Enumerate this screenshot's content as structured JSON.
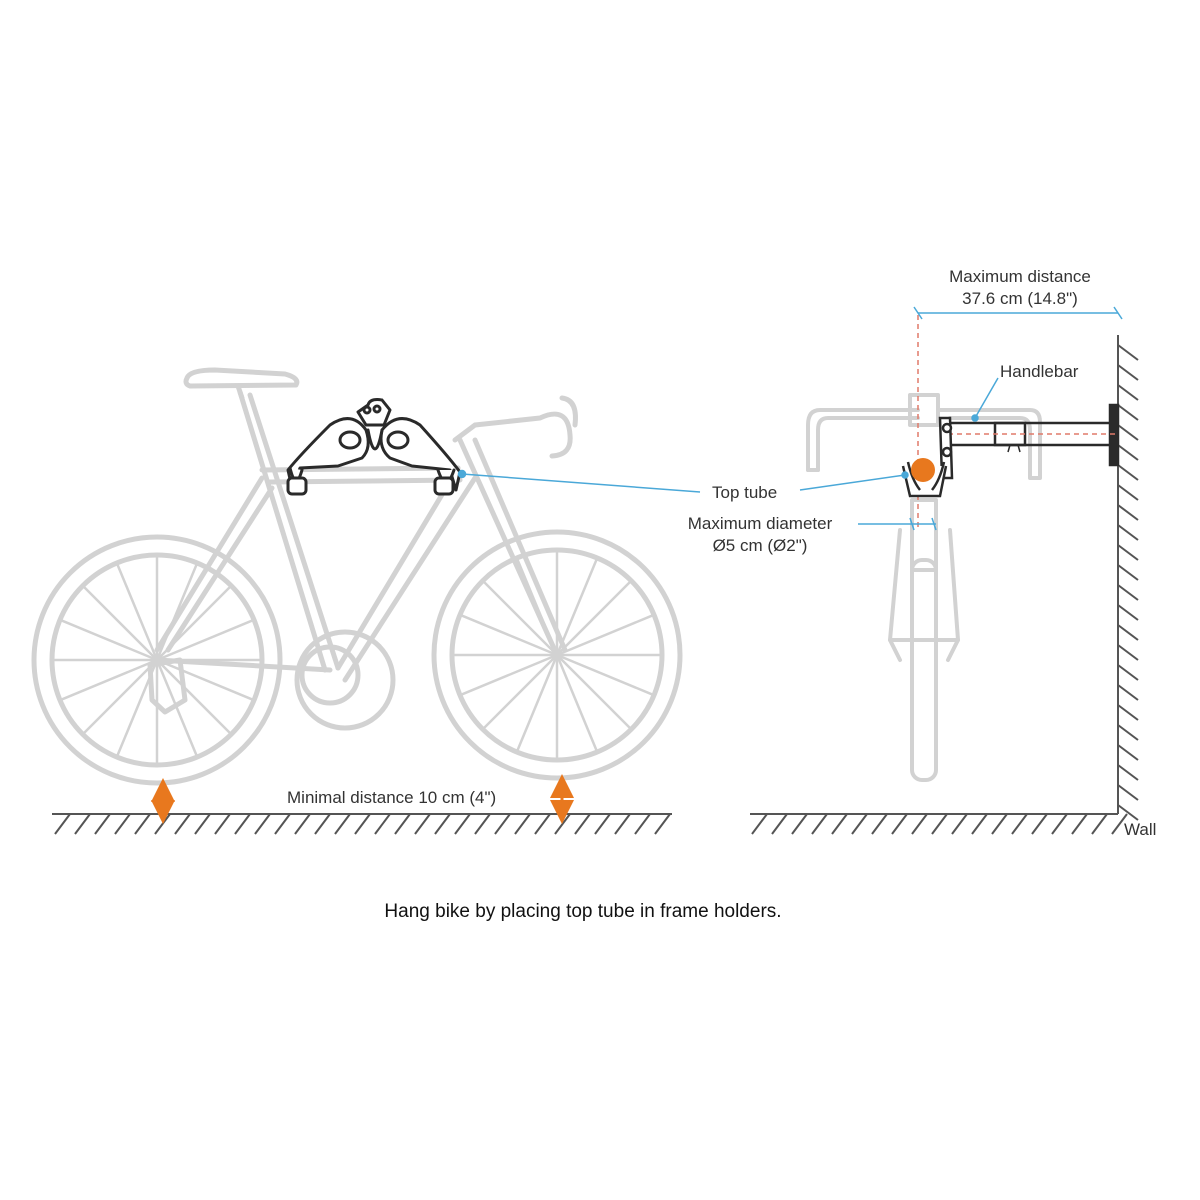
{
  "labels": {
    "max_distance_title": "Maximum distance",
    "max_distance_value": "37.6 cm (14.8\")",
    "handlebar": "Handlebar",
    "top_tube": "Top tube",
    "max_diameter_title": "Maximum diameter",
    "max_diameter_value": "Ø5 cm (Ø2\")",
    "minimal_distance": "Minimal distance 10 cm (4\")",
    "wall": "Wall"
  },
  "caption": "Hang bike by placing top tube in frame holders.",
  "colors": {
    "bike_outline": "#d2d2d2",
    "holder": "#2a2a2a",
    "callout": "#4aa8d8",
    "accent_orange": "#e8781e",
    "dashed_red": "#e07a6a",
    "ground": "#555555"
  }
}
